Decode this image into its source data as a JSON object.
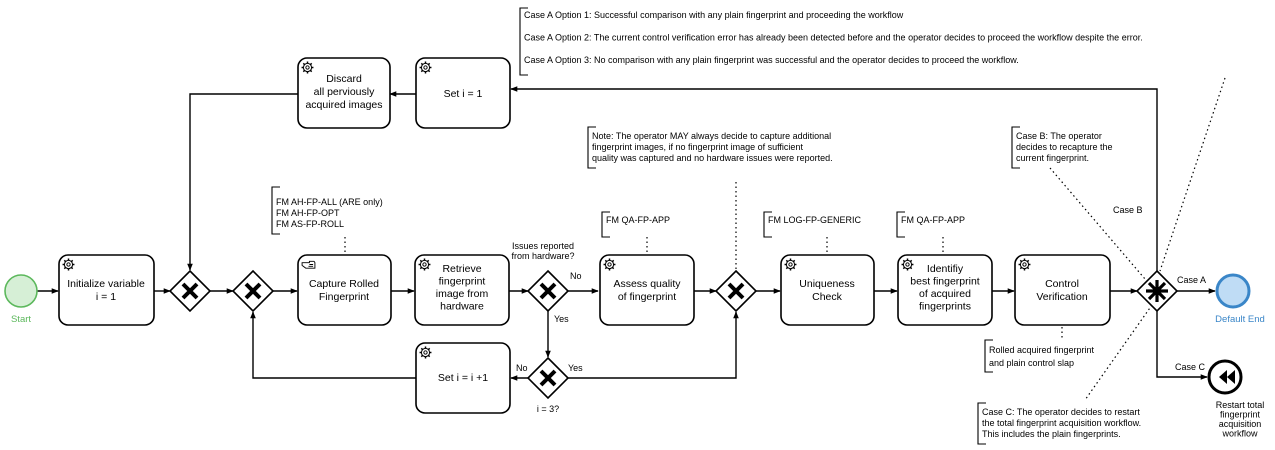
{
  "events": {
    "start": {
      "label": "Start",
      "color": "#5cb85c",
      "fill": "#d6efd6"
    },
    "default_end": {
      "label": "Default End",
      "color": "#3a86c8",
      "fill": "#bfdcf5"
    },
    "restart": {
      "label": [
        "Restart total",
        "fingerprint",
        "acquisition",
        "workflow"
      ]
    }
  },
  "tasks": {
    "init": {
      "label": [
        "Initialize variable",
        "i = 1"
      ],
      "icon": "gear-icon"
    },
    "capture": {
      "label": [
        "Capture Rolled",
        "Fingerprint"
      ],
      "icon": "hand-icon"
    },
    "retrieve": {
      "label": [
        "Retrieve",
        "fingerprint",
        "image from",
        "hardware"
      ],
      "icon": "gear-icon"
    },
    "assess": {
      "label": [
        "Assess quality",
        "of fingerprint"
      ],
      "icon": "gear-icon"
    },
    "unique": {
      "label": [
        "Uniqueness",
        "Check"
      ],
      "icon": "gear-icon"
    },
    "identify": {
      "label": [
        "Identifiy",
        "best fingerprint",
        "of acquired",
        "fingerprints"
      ],
      "icon": "gear-icon"
    },
    "control": {
      "label": [
        "Control",
        "Verification"
      ],
      "icon": "gear-icon"
    },
    "discard": {
      "label": [
        "Discard",
        "all perviously",
        "acquired images"
      ],
      "icon": "gear-icon"
    },
    "set1": {
      "label": [
        "Set i = 1"
      ],
      "icon": "gear-icon"
    },
    "setinc": {
      "label": [
        "Set i = i +1"
      ],
      "icon": "gear-icon"
    }
  },
  "gateways": {
    "issues": {
      "label": [
        "Issues reported",
        "from hardware?"
      ]
    },
    "i3": {
      "label": [
        "i = 3?"
      ]
    }
  },
  "flow_labels": {
    "no_issues": "No",
    "yes_issues": "Yes",
    "no_i3": "No",
    "yes_i3": "Yes",
    "case_a": "Case A",
    "case_b": "Case B",
    "case_c": "Case C"
  },
  "annotations": {
    "case_a": [
      "Case A Option 1: Successful comparison with any plain fingerprint and proceeding the workflow",
      "Case A Option 2: The current control verification error has already been detected before and the operator decides to proceed the workflow despite the error.",
      "Case A Option 3: No comparison with any plain fingerprint was successful and the operator decides to proceed the workflow."
    ],
    "fm_capture": [
      "FM AH-FP-ALL (ARE only)",
      "FM AH-FP-OPT",
      "FM AS-FP-ROLL"
    ],
    "fm_assess": [
      "FM QA-FP-APP"
    ],
    "fm_unique": [
      "FM LOG-FP-GENERIC"
    ],
    "fm_identify": [
      "FM QA-FP-APP"
    ],
    "note": [
      "Note: The operator MAY always decide to capture additional",
      "fingerprint images, if no fingerprint image of sufficient",
      "quality was captured and no hardware issues were reported."
    ],
    "case_b": [
      "Case B: The operator",
      "decides to recapture the",
      "current fingerprint."
    ],
    "rolled": [
      "Rolled acquired fingerprint",
      "and plain control slap"
    ],
    "case_c": [
      "Case C: The operator decides to restart",
      "the total fingerprint acquisition workflow.",
      "This includes the plain fingerprints."
    ]
  }
}
